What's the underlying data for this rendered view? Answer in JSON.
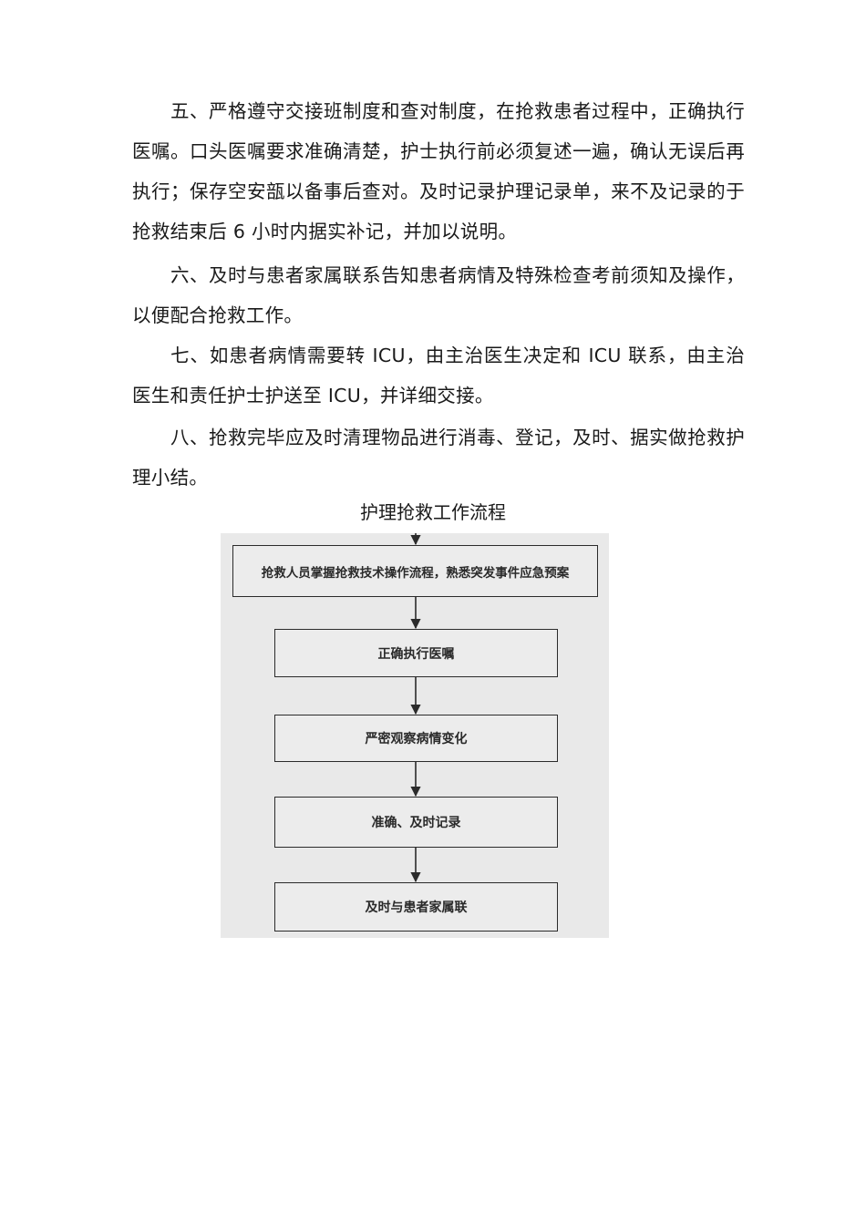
{
  "paragraphs": [
    "五、严格遵守交接班制度和查对制度，在抢救患者过程中，正确执行医嘱。口头医嘱要求准确清楚，护士执行前必须复述一遍，确认无误后再执行；保存空安瓿以备事后查对。及时记录护理记录单，来不及记录的于抢救结束后 6 小时内据实补记，并加以说明。",
    "六、及时与患者家属联系告知患者病情及特殊检查考前须知及操作，以便配合抢救工作。",
    "七、如患者病情需要转 ICU，由主治医生决定和 ICU 联系，由主治医生和责任护士护送至 ICU，并详细交接。",
    "八、抢救完毕应及时清理物品进行消毒、登记，及时、据实做抢救护理小结。"
  ],
  "flowchart": {
    "title": "护理抢救工作流程",
    "steps": [
      "抢救人员掌握抢救技术操作流程，熟悉突发事件应急预案",
      "正确执行医嘱",
      "严密观察病情变化",
      "准确、及时记录",
      "及时与患者家属联"
    ]
  }
}
